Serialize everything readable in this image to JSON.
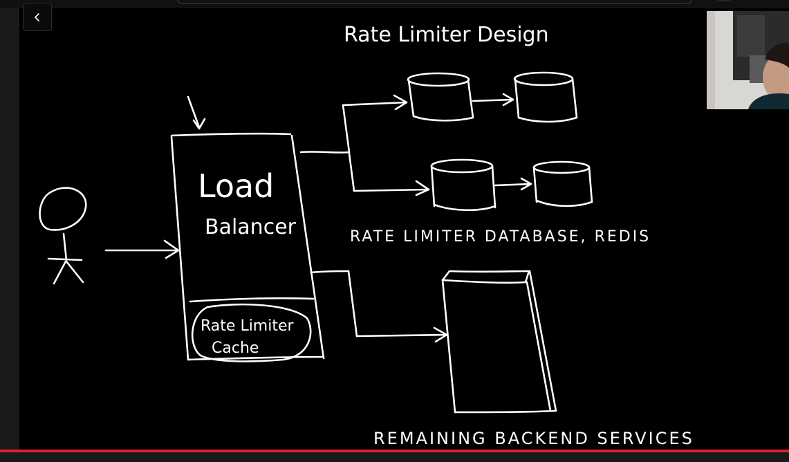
{
  "player": {
    "back_icon": "chevron-left-icon",
    "progress_color": "#e3202f"
  },
  "diagram": {
    "title": "Rate Limiter Design",
    "load_balancer_label_line1": "Load",
    "load_balancer_label_line2": "Balancer",
    "cache_label_line1": "Rate Limiter",
    "cache_label_line2": "Cache",
    "database_caption": "RATE LIMITER DATABASE, REDIS",
    "backend_caption": "REMAINING BACKEND SERVICES",
    "stroke_color": "#ffffff",
    "board_color": "#000000"
  }
}
